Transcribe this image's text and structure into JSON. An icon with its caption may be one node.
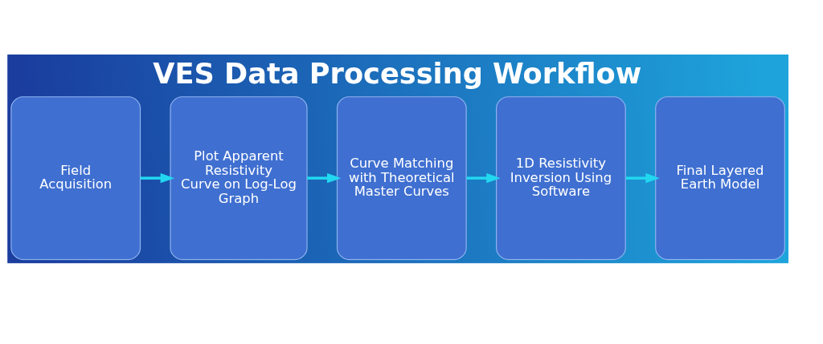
{
  "diagram": {
    "title": "VES Data Processing Workflow",
    "nodes": [
      {
        "text": [
          "Field Acquisition"
        ]
      },
      {
        "text": [
          "Plot Apparent Resistivity Curve on Log-Log Graph"
        ]
      },
      {
        "text": [
          "Curve Matching with Theoretical Master Curves"
        ]
      },
      {
        "text": [
          "1D Resistivity Inversion Using Software"
        ]
      },
      {
        "text": [
          "Final Layered Earth Model"
        ]
      }
    ],
    "edges": [
      {
        "from": 0,
        "to": 1,
        "arrow": "to"
      },
      {
        "from": 1,
        "to": 2,
        "arrow": "to"
      },
      {
        "from": 2,
        "to": 3,
        "arrow": "to"
      },
      {
        "from": 3,
        "to": 4,
        "arrow": "to"
      }
    ]
  }
}
